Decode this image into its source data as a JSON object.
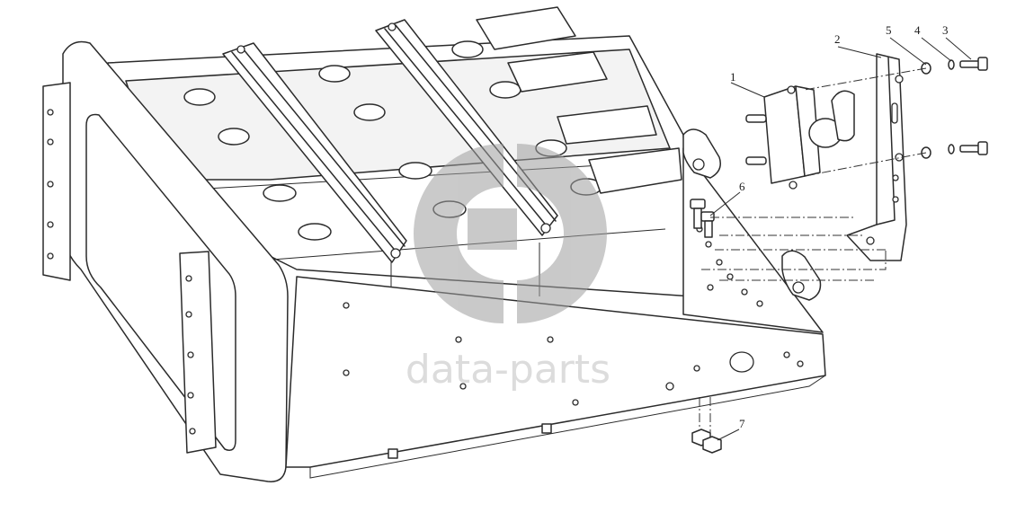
{
  "watermark": {
    "text": "data-parts",
    "color": "#9e9e9e"
  },
  "callouts": [
    {
      "number": "1",
      "part": "battery-main-switch"
    },
    {
      "number": "2",
      "part": "mounting-bracket"
    },
    {
      "number": "3",
      "part": "bolt"
    },
    {
      "number": "4",
      "part": "spring-washer"
    },
    {
      "number": "5",
      "part": "flat-washer"
    },
    {
      "number": "6",
      "part": "bolt"
    },
    {
      "number": "7",
      "part": "nut"
    }
  ]
}
